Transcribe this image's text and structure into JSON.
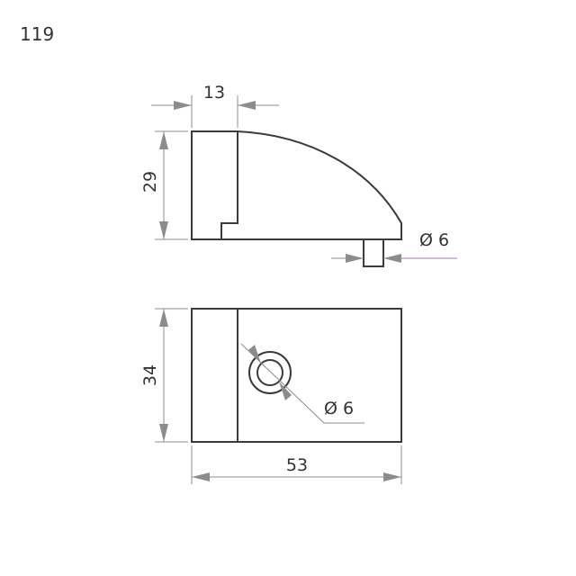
{
  "drawing_number": "119",
  "colors": {
    "part_outline": "#3b3b3b",
    "dimension_line": "#8c8c8c",
    "leader_accent": "#a07ab0",
    "text": "#333333"
  },
  "side_view": {
    "width_label": "13",
    "height_label": "29",
    "pin_diameter_label": "Ø 6"
  },
  "top_view": {
    "depth_label": "34",
    "length_label": "53",
    "hole_diameter_label": "Ø 6"
  }
}
